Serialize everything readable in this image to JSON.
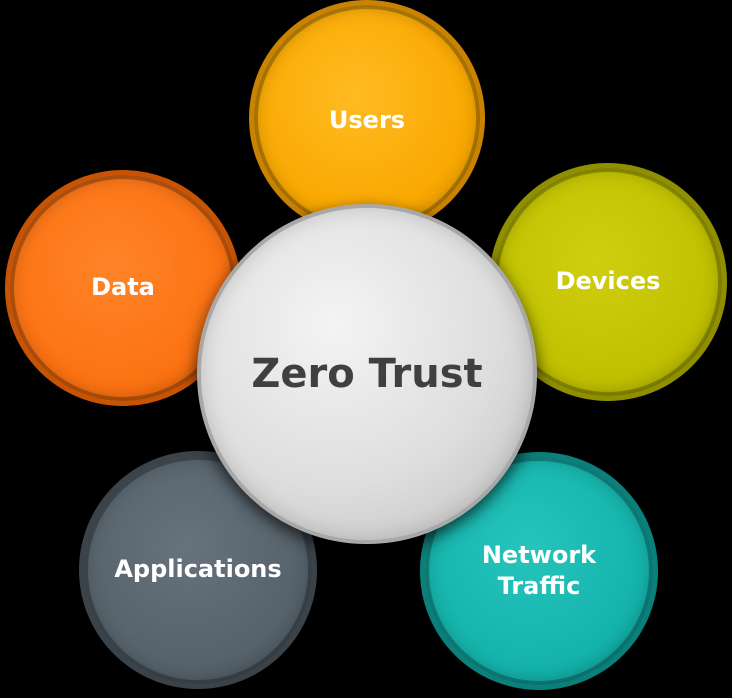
{
  "center": {
    "label": "Zero Trust",
    "color": "#dedede"
  },
  "pillars": {
    "users": {
      "label": "Users",
      "color": "#f9a800"
    },
    "devices": {
      "label": "Devices",
      "color": "#c0c000"
    },
    "data": {
      "label": "Data",
      "color": "#fb7212"
    },
    "applications": {
      "label": "Applications",
      "color": "#56626b"
    },
    "network": {
      "label": "Network\nTraffic",
      "color": "#14b2aa"
    }
  }
}
